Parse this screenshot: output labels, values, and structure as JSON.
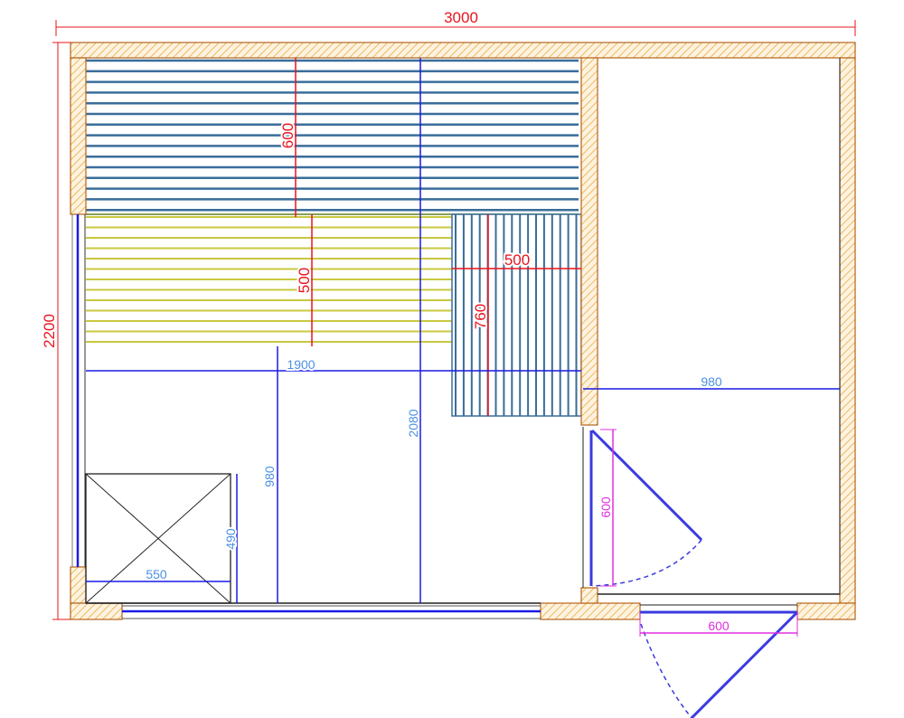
{
  "colors": {
    "wall_stroke": "#b5651d",
    "wall_hatch": "#f0b860",
    "bench_upper": "#3a6d9a",
    "bench_lower": "#c8c840",
    "dim_red": "#e8141e",
    "dim_blue": "#1a1ae6",
    "dim_blue_text": "#4a90e2",
    "dim_magenta": "#e030e0",
    "door": "#3a3ae0"
  },
  "dimensions": {
    "overall_width": "3000",
    "overall_height": "2200",
    "upper_bench_depth": "600",
    "lower_bench_depth": "500",
    "side_bench_width": "500",
    "side_bench_length": "760",
    "sauna_room_width": "1900",
    "free_floor_depth": "980",
    "sauna_room_height": "2080",
    "washroom_width": "980",
    "stove_depth": "490",
    "stove_width": "550",
    "inner_door_width": "600",
    "outer_door_width": "600"
  }
}
